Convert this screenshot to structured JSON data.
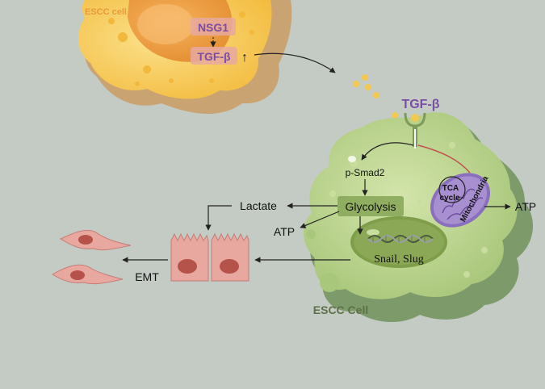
{
  "labels": {
    "escc_cell_top": "ESCC cell",
    "nsg1": "NSG1",
    "tgf_beta_inner": "TGF-β",
    "up_arrow": "↑",
    "tgf_beta_receptor": "TGF-β",
    "p_smad2": "p-Smad2",
    "glycolysis": "Glycolysis",
    "lactate": "Lactate",
    "atp_left": "ATP",
    "atp_right": "ATP",
    "tca": "TCA",
    "cycle": "cycle",
    "mitochondria": "Mitochondria",
    "snail_slug": "Snail, Slug",
    "escc_cell_bottom": "ESCC Cell",
    "emt": "EMT"
  },
  "colors": {
    "background": "#c4cbc5",
    "top_cell_fill": "#f6c54e",
    "top_cell_shadow": "#c9a472",
    "nucleus_fill": "#f2a649",
    "label_purple": "#7a4fa3",
    "label_box": "#e8a9a0",
    "green_cell": "#b9d28d",
    "green_cell_shadow": "#7d9a6b",
    "green_nucleus": "#7f9e4a",
    "mito_fill": "#a890d0",
    "epithelial_pink": "#e8a79f",
    "arrow_dark": "#222222",
    "inhibit_red": "#c0504d",
    "escc_label_orange": "#e89a3c",
    "escc_bottom_label": "#5d7046"
  }
}
